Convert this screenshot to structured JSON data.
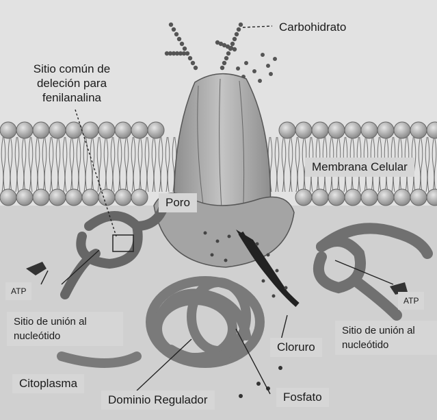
{
  "labels": {
    "carbohidrato": "Carbohidrato",
    "sitio_delecion": "Sitio común de deleción para fenilanalina",
    "membrana_celular": "Membrana Celular",
    "poro": "Poro",
    "atp_left": "ATP",
    "atp_right": "ATP",
    "sitio_union_left": "Sitio de unión al nucleótido",
    "sitio_union_right": "Sitio de unión al nucleótido",
    "cloruro": "Cloruro",
    "citoplasma": "Citoplasma",
    "dominio_regulador": "Dominio Regulador",
    "fosfato": "Fosfato"
  },
  "colors": {
    "background": "#e2e2e2",
    "membrane_head": "#b9b9b9",
    "protein": "#a9a9a9",
    "label_bg": "#d6d6d6"
  }
}
